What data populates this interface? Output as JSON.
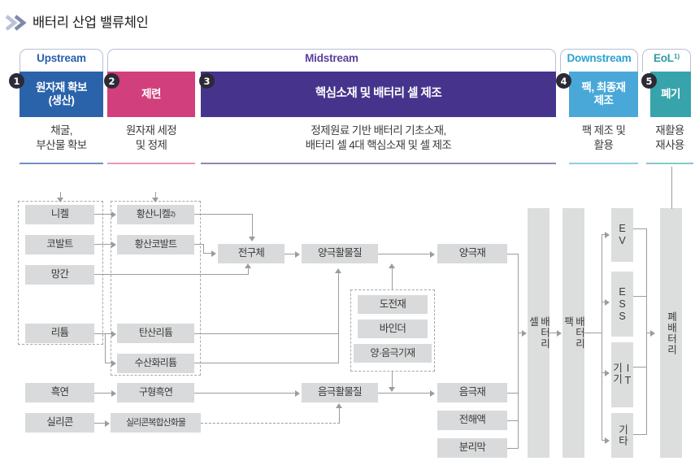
{
  "header": {
    "title": "배터리 산업 밸류체인",
    "chevron_icon": "double-chevron-right-icon"
  },
  "value_chain": {
    "tabs": [
      {
        "label": "Upstream",
        "color": "#2b5fad"
      },
      {
        "label": "Midstream",
        "color": "#5b3f9d"
      },
      {
        "label": "Downstream",
        "color": "#2aa3d4"
      },
      {
        "label": "EoL",
        "color": "#2f9ca6",
        "superscript": "1)"
      }
    ],
    "stages": [
      {
        "number": "1",
        "name": "원자재 확보\n(생산)",
        "color": "#2b63ab",
        "desc": "채굴,\n부산물 확보",
        "rule_color": "#6e8fc4"
      },
      {
        "number": "2",
        "name": "제련",
        "color": "#d1407c",
        "desc": "원자재 세정\n및 정제",
        "rule_color": "#e898bb"
      },
      {
        "number": "3",
        "name": "핵심소재 및 배터리 셀 제조",
        "color": "#46348c",
        "desc": "정제원료 기반 배터리 기초소재,\n배터리 셀 4대 핵심소재 및 셀 제조",
        "rule_color": "#8b8bb5"
      },
      {
        "number": "4",
        "name": "팩, 최종재\n제조",
        "color": "#4aa8d8",
        "desc": "팩 제조 및\n활용",
        "rule_color": "#8fcde8"
      },
      {
        "number": "5",
        "name": "폐기",
        "color": "#37a3ab",
        "desc": "재활용\n재사용",
        "rule_color": "#85c9ce"
      }
    ]
  },
  "flow": {
    "raw_materials": [
      {
        "id": "nickel",
        "label": "니켈"
      },
      {
        "id": "cobalt",
        "label": "코발트"
      },
      {
        "id": "mangan",
        "label": "망간"
      },
      {
        "id": "lithium",
        "label": "리튬"
      },
      {
        "id": "graphite",
        "label": "흑연"
      },
      {
        "id": "silicon",
        "label": "실리콘"
      }
    ],
    "refined": [
      {
        "id": "nickel-sulfate",
        "label": "황산니켈",
        "superscript": "2)"
      },
      {
        "id": "cobalt-sulfate",
        "label": "황산코발트"
      },
      {
        "id": "lithium-carbonate",
        "label": "탄산리튬"
      },
      {
        "id": "lithium-hydroxide",
        "label": "수산화리튬"
      },
      {
        "id": "spherical-graphite",
        "label": "구형흑연"
      },
      {
        "id": "silicon-oxide",
        "label": "실리콘복합산화물"
      }
    ],
    "intermediates": [
      {
        "id": "precursor",
        "label": "전구체"
      },
      {
        "id": "cathode-active",
        "label": "양극활물질"
      },
      {
        "id": "anode-active",
        "label": "음극활물질"
      }
    ],
    "additives_group": [
      {
        "id": "conductive",
        "label": "도전재"
      },
      {
        "id": "binder",
        "label": "바인더"
      },
      {
        "id": "electrode-substrate",
        "label": "양·음극기재"
      }
    ],
    "four_materials": [
      {
        "id": "cathode",
        "label": "양극재"
      },
      {
        "id": "anode",
        "label": "음극재"
      },
      {
        "id": "electrolyte",
        "label": "전해액"
      },
      {
        "id": "separator",
        "label": "분리막"
      }
    ],
    "cell_pack": [
      {
        "id": "battery-cell",
        "label": "배터리\n셀"
      },
      {
        "id": "battery-pack",
        "label": "배터리\n팩"
      }
    ],
    "applications": [
      {
        "id": "ev",
        "label": "EV"
      },
      {
        "id": "ess",
        "label": "ESS"
      },
      {
        "id": "it",
        "label": "IT\n기기"
      },
      {
        "id": "etc",
        "label": "기타"
      }
    ],
    "end_of_life": {
      "id": "waste-battery",
      "label": "폐배터리"
    }
  },
  "colors": {
    "node_fill": "#d9dadb",
    "line": "#9c9c9c",
    "dash_border": "#a8a8a8"
  }
}
